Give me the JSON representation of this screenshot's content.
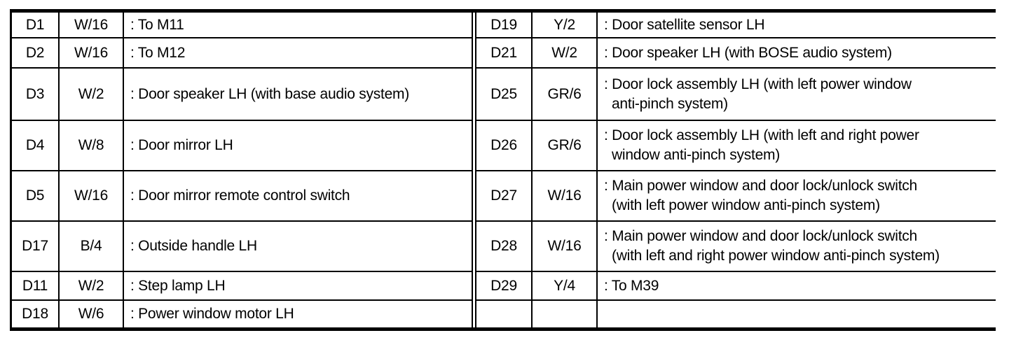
{
  "document": {
    "kind": "wiring-connector-legend",
    "background": "#ffffff",
    "line_color": "#000000",
    "table": {
      "columns": [
        "connector_id",
        "color_pin_code",
        "description"
      ],
      "left": {
        "rows": [
          {
            "id": "D1",
            "type": "W/16",
            "desc": ": To M11"
          },
          {
            "id": "D2",
            "type": "W/16",
            "desc": ": To M12"
          },
          {
            "id": "D3",
            "type": "W/2",
            "desc": ": Door speaker LH (with base audio system)"
          },
          {
            "id": "D4",
            "type": "W/8",
            "desc": ": Door mirror LH"
          },
          {
            "id": "D5",
            "type": "W/16",
            "desc": ": Door mirror remote control switch"
          },
          {
            "id": "D17",
            "type": "B/4",
            "desc": ": Outside handle LH"
          },
          {
            "id": "D11",
            "type": "W/2",
            "desc": ": Step lamp LH"
          },
          {
            "id": "D18",
            "type": "W/6",
            "desc": ": Power window motor LH"
          }
        ]
      },
      "right": {
        "rows": [
          {
            "id": "D19",
            "type": "Y/2",
            "desc": ": Door satellite sensor LH"
          },
          {
            "id": "D21",
            "type": "W/2",
            "desc": ": Door speaker LH (with BOSE audio system)"
          },
          {
            "id": "D25",
            "type": "GR/6",
            "desc": ": Door lock assembly LH (with left power window\nanti-pinch system)"
          },
          {
            "id": "D26",
            "type": "GR/6",
            "desc": ": Door lock assembly LH (with left and right power\nwindow anti-pinch system)"
          },
          {
            "id": "D27",
            "type": "W/16",
            "desc": ": Main power window and door lock/unlock switch\n(with left power window anti-pinch system)"
          },
          {
            "id": "D28",
            "type": "W/16",
            "desc": ": Main power window and door lock/unlock switch\n(with left and right power window anti-pinch system)"
          },
          {
            "id": "D29",
            "type": "Y/4",
            "desc": ": To M39"
          },
          {
            "id": "",
            "type": "",
            "desc": ""
          }
        ]
      }
    }
  }
}
